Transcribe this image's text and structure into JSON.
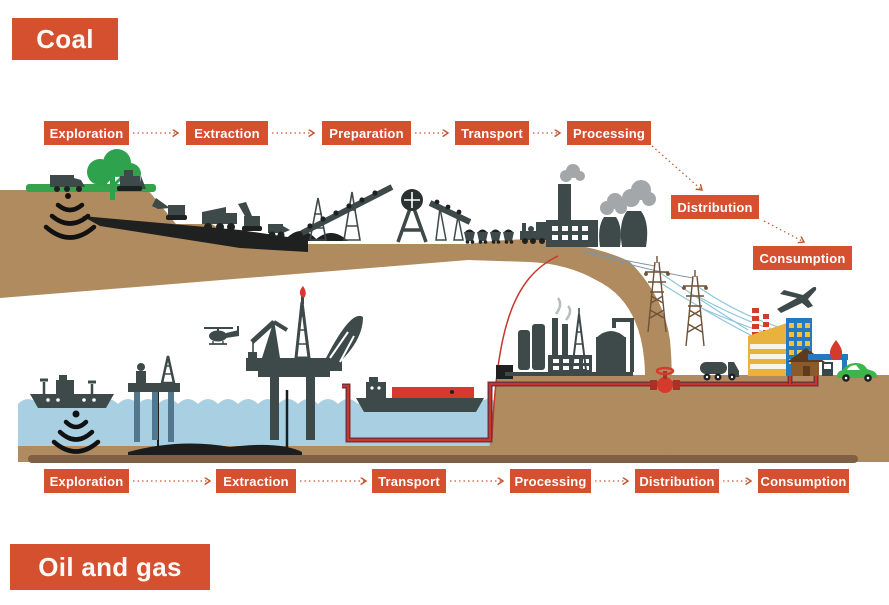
{
  "titles": {
    "coal": "Coal",
    "oil_gas": "Oil and gas"
  },
  "coal": {
    "stages": [
      "Exploration",
      "Extraction",
      "Preparation",
      "Transport",
      "Processing",
      "Distribution",
      "Consumption"
    ]
  },
  "oil_gas": {
    "stages": [
      "Exploration",
      "Extraction",
      "Transport",
      "Processing",
      "Distribution",
      "Consumption"
    ]
  },
  "colors": {
    "accent_orange": "#D4502E",
    "label_text": "#FFFFFF",
    "ground_brown": "#B08B5F",
    "ground_dark_edge": "#7E6044",
    "coal_black": "#1F2121",
    "equipment_slate": "#3E4949",
    "water_blue": "#A9CFE3",
    "vegetation_green": "#2EA24C",
    "pipeline_red": "#C8362C",
    "pipeline_casing": "#76323A",
    "city_blue": "#2878BE",
    "city_yellow": "#E9B23C",
    "smoke_gray": "#A3A7AA",
    "tower_brown": "#6E5137",
    "powerline_blue": "#8FC6DC",
    "arrow_orange": "#C4552F"
  },
  "icons": {
    "coal_scene": [
      "seismic-truck",
      "sonar-waves",
      "tree",
      "bulldozer",
      "excavator",
      "haul-truck",
      "mining-shovel",
      "coal-seam",
      "coal-piles",
      "conveyor",
      "headframe",
      "coal-train",
      "power-plant",
      "cooling-towers",
      "smoke"
    ],
    "oil_gas_scene": [
      "survey-ship",
      "sonar-waves",
      "jack-up-rig",
      "helicopter",
      "oil-platform",
      "gas-flare",
      "oil-tanker",
      "subsea-pipeline",
      "pump-station",
      "refinery",
      "pipeline-valve",
      "tanker-truck",
      "transmission-towers",
      "power-lines",
      "factory",
      "office-tower",
      "house",
      "gas-station",
      "fuel-flame",
      "car",
      "airplane"
    ]
  }
}
